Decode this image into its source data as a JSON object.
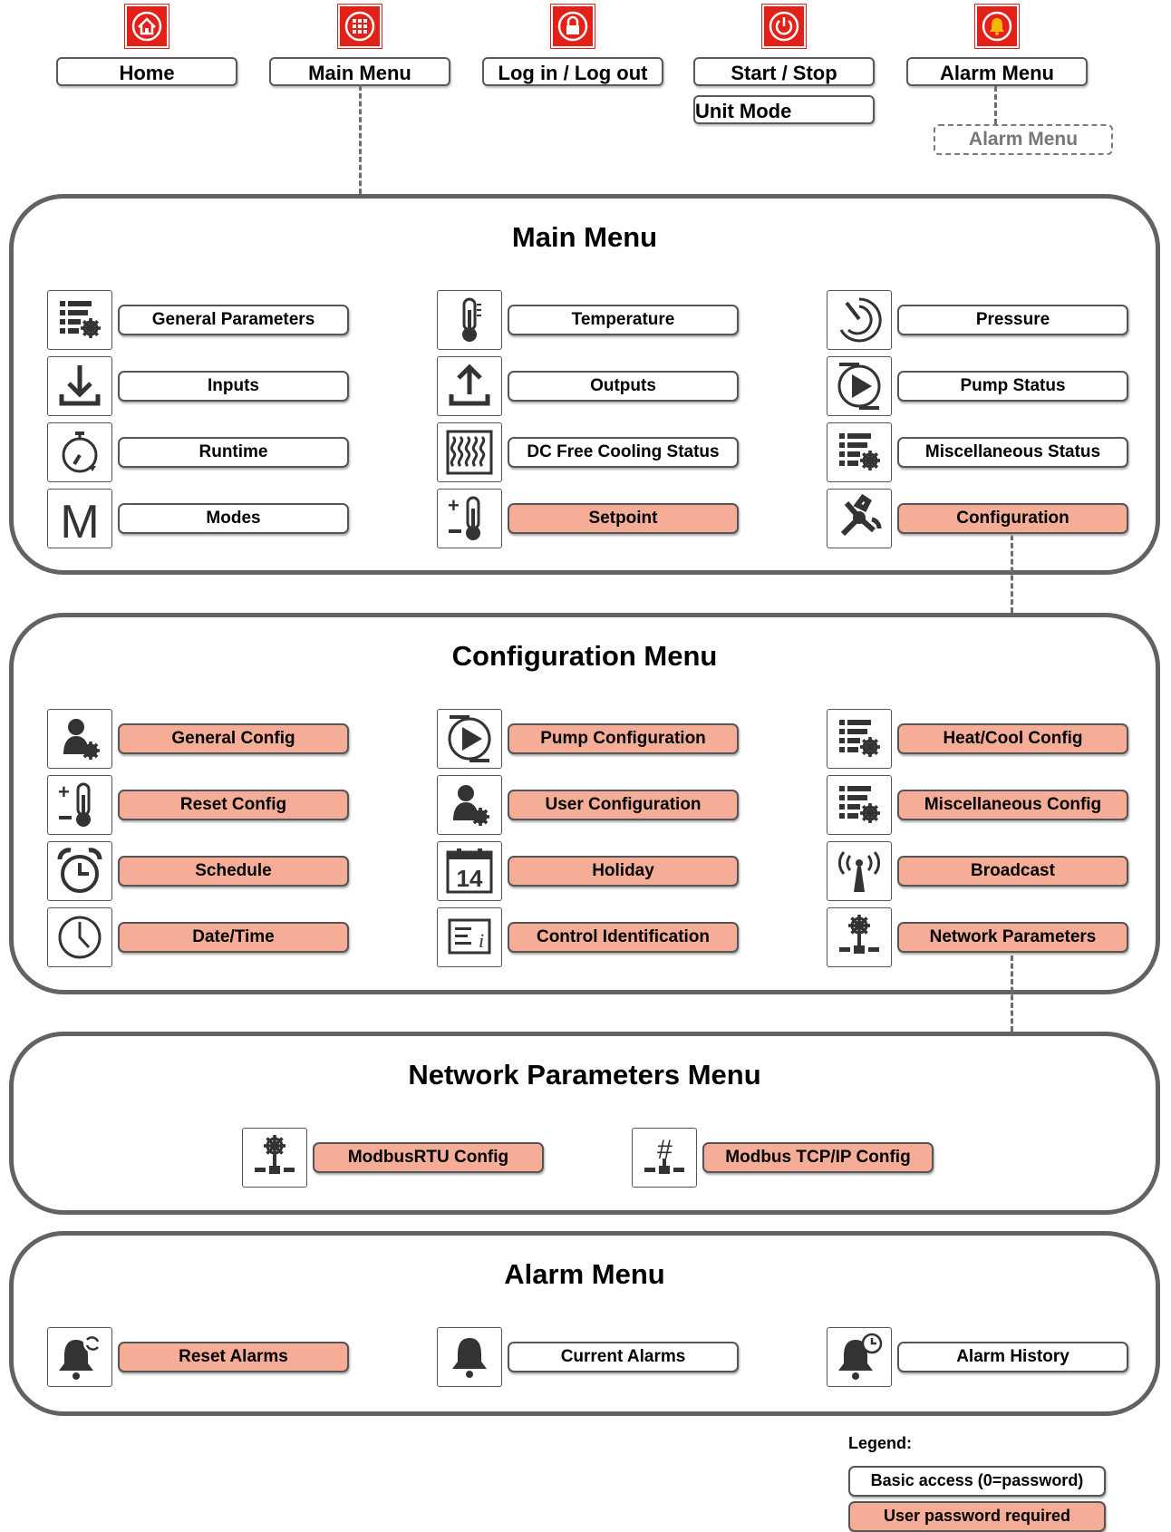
{
  "top_nav": [
    {
      "label": "Home",
      "icon": "home-icon"
    },
    {
      "label": "Main Menu",
      "icon": "grid-icon"
    },
    {
      "label": "Log in / Log out",
      "icon": "lock-icon"
    },
    {
      "label": "Start / Stop",
      "icon": "power-icon"
    },
    {
      "label": "Alarm Menu",
      "icon": "bell-icon"
    }
  ],
  "unit_mode": "Unit Mode",
  "alarm_menu_ghost": "Alarm Menu",
  "main_menu": {
    "title": "Main Menu",
    "items": [
      {
        "label": "General Parameters",
        "icon": "list-gear-icon",
        "password": false
      },
      {
        "label": "Temperature",
        "icon": "thermometer-icon",
        "password": false
      },
      {
        "label": "Pressure",
        "icon": "gauge-icon",
        "password": false
      },
      {
        "label": "Inputs",
        "icon": "download-icon",
        "password": false
      },
      {
        "label": "Outputs",
        "icon": "upload-icon",
        "password": false
      },
      {
        "label": "Pump Status",
        "icon": "pump-icon",
        "password": false
      },
      {
        "label": "Runtime",
        "icon": "stopwatch-icon",
        "password": false
      },
      {
        "label": "DC Free Cooling Status",
        "icon": "coil-icon",
        "password": false
      },
      {
        "label": "Miscellaneous Status",
        "icon": "list-gear-icon",
        "password": false
      },
      {
        "label": "Modes",
        "icon": "m-letter-icon",
        "password": false
      },
      {
        "label": "Setpoint",
        "icon": "setpoint-thermometer-icon",
        "password": true
      },
      {
        "label": "Configuration",
        "icon": "tools-icon",
        "password": true
      }
    ]
  },
  "configuration_menu": {
    "title": "Configuration Menu",
    "items": [
      {
        "label": "General Config",
        "icon": "user-gear-icon",
        "password": true
      },
      {
        "label": "Pump Configuration",
        "icon": "pump-icon",
        "password": true
      },
      {
        "label": "Heat/Cool Config",
        "icon": "list-gear-icon",
        "password": true
      },
      {
        "label": "Reset Config",
        "icon": "setpoint-thermometer-icon",
        "password": true
      },
      {
        "label": "User Configuration",
        "icon": "user-gear-icon",
        "password": true
      },
      {
        "label": "Miscellaneous Config",
        "icon": "list-gear-icon",
        "password": true
      },
      {
        "label": "Schedule",
        "icon": "alarm-clock-icon",
        "password": true
      },
      {
        "label": "Holiday",
        "icon": "calendar-icon",
        "password": true,
        "icon_text": "14"
      },
      {
        "label": "Broadcast",
        "icon": "antenna-icon",
        "password": true
      },
      {
        "label": "Date/Time",
        "icon": "clock-icon",
        "password": true
      },
      {
        "label": "Control Identification",
        "icon": "info-card-icon",
        "password": true
      },
      {
        "label": "Network Parameters",
        "icon": "network-gear-icon",
        "password": true
      }
    ]
  },
  "network_menu": {
    "title": "Network Parameters Menu",
    "items": [
      {
        "label": "ModbusRTU Config",
        "icon": "network-gear-icon",
        "password": true
      },
      {
        "label": "Modbus TCP/IP Config",
        "icon": "network-hash-icon",
        "password": true,
        "icon_text": "#"
      }
    ]
  },
  "alarm_menu": {
    "title": "Alarm Menu",
    "items": [
      {
        "label": "Reset Alarms",
        "icon": "bell-reset-icon",
        "password": true
      },
      {
        "label": "Current Alarms",
        "icon": "bell-icon",
        "password": false
      },
      {
        "label": "Alarm History",
        "icon": "bell-history-icon",
        "password": false
      }
    ]
  },
  "legend": {
    "title": "Legend:",
    "basic": "Basic access (0=password)",
    "user": "User password required"
  },
  "colors": {
    "accent": "#e32119",
    "password_fill": "#f5ad97",
    "border": "#555555"
  }
}
